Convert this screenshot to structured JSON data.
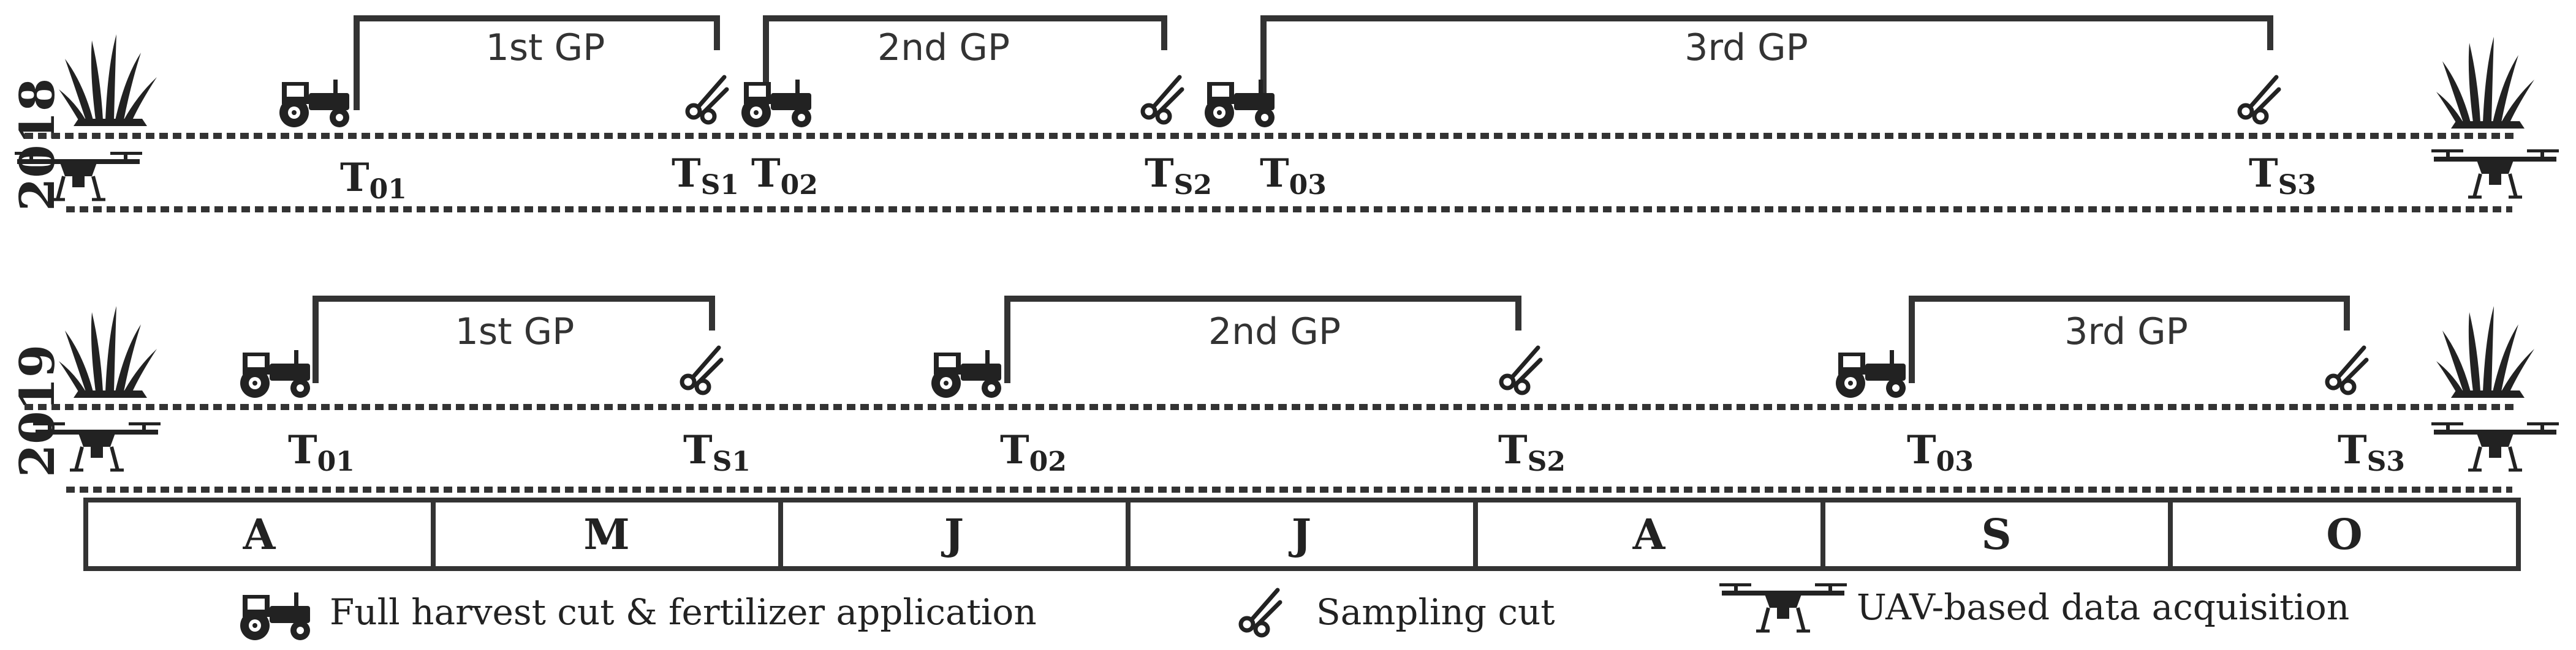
{
  "rows": [
    {
      "year": "2018",
      "events": [
        {
          "t": "T",
          "sub": "01"
        },
        {
          "t": "T",
          "sub": "S1"
        },
        {
          "t": "T",
          "sub": "02"
        },
        {
          "t": "T",
          "sub": "S2"
        },
        {
          "t": "T",
          "sub": "03"
        },
        {
          "t": "T",
          "sub": "S3"
        }
      ],
      "periods": [
        "1st GP",
        "2nd GP",
        "3rd GP"
      ]
    },
    {
      "year": "2019",
      "events": [
        {
          "t": "T",
          "sub": "01"
        },
        {
          "t": "T",
          "sub": "S1"
        },
        {
          "t": "T",
          "sub": "02"
        },
        {
          "t": "T",
          "sub": "S2"
        },
        {
          "t": "T",
          "sub": "03"
        },
        {
          "t": "T",
          "sub": "S3"
        }
      ],
      "periods": [
        "1st GP",
        "2nd GP",
        "3rd GP"
      ]
    }
  ],
  "months": [
    "A",
    "M",
    "J",
    "J",
    "A",
    "S",
    "O"
  ],
  "legend": {
    "harvest": "Full harvest cut & fertilizer application",
    "sampling": "Sampling cut",
    "uav": "UAV-based data acquisition"
  },
  "icons": {
    "harvest": "tractor-icon",
    "sampling": "scissors-icon",
    "uav": "drone-icon",
    "grass": "grass-icon"
  },
  "colors": {
    "ink": "#222222",
    "line": "#333333"
  }
}
